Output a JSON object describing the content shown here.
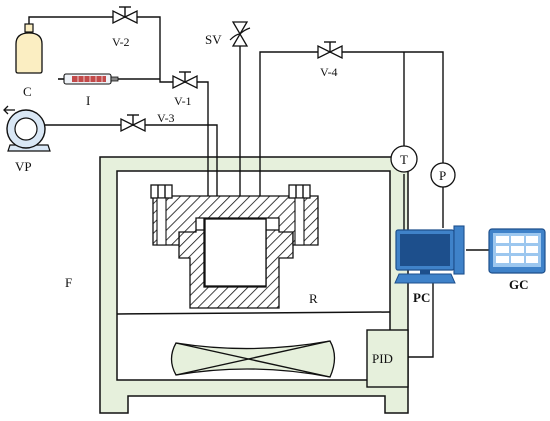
{
  "labels": {
    "sv": "SV",
    "v2": "V-2",
    "v1": "V-1",
    "v3": "V-3",
    "v4": "V-4",
    "c": "C",
    "i": "I",
    "vp": "VP",
    "f": "F",
    "r": "R",
    "t": "T",
    "p": "P",
    "pc": "PC",
    "gc": "GC",
    "pid": "PID"
  },
  "colors": {
    "line": "#111111",
    "furnace_fill": "#e6f0dc",
    "cylinder_fill": "#fbeec2",
    "pump_fill": "#d9e7f5",
    "pid_fill": "#e6f0dc",
    "computer_blue": "#3f82c9",
    "computer_dark": "#1d4f8c",
    "fan_fill": "#e6f0dc"
  }
}
